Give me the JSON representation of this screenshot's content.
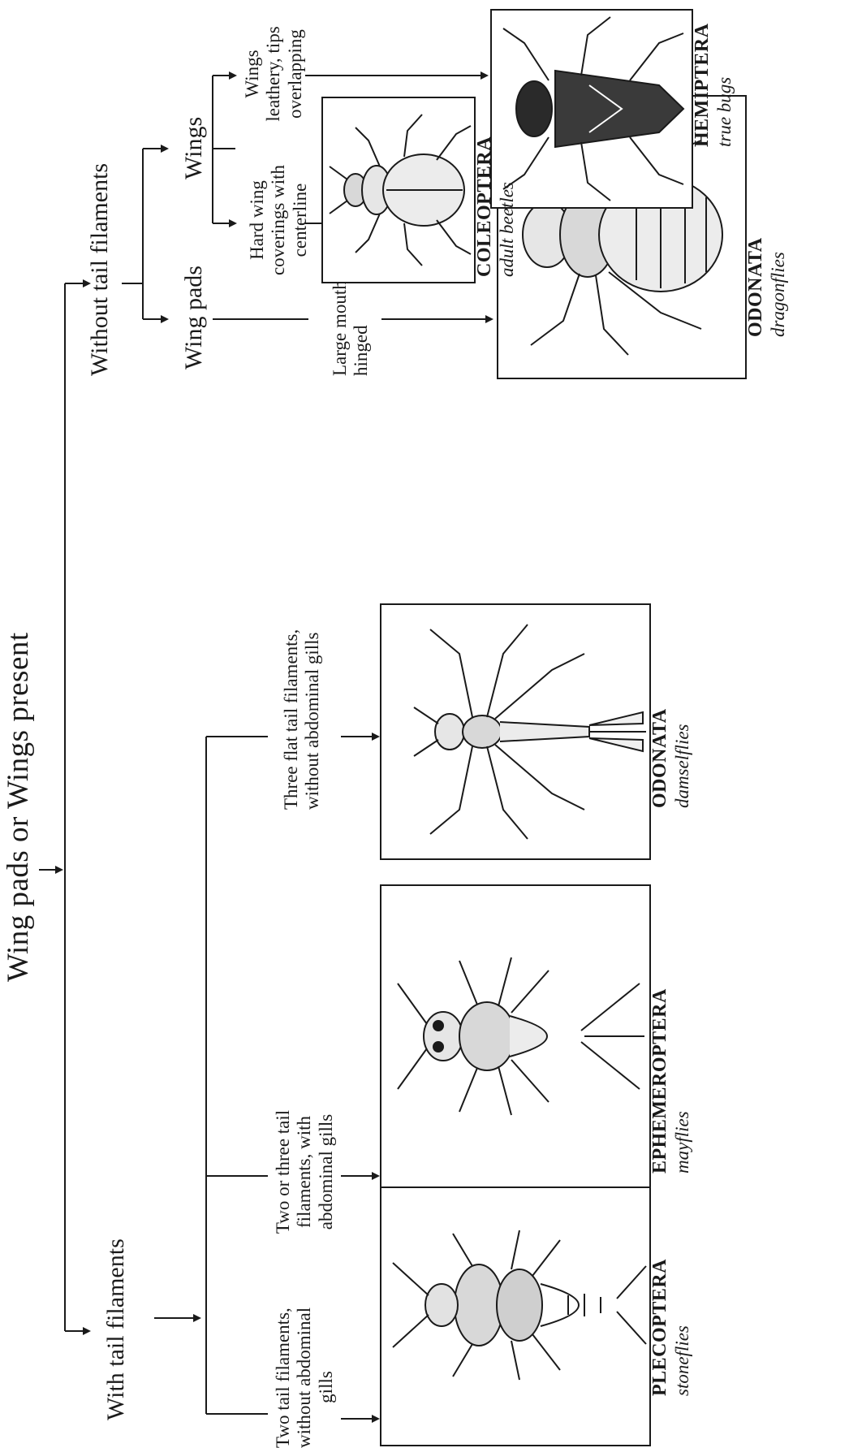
{
  "root": "Wing pads or Wings present",
  "branches": {
    "with_tail": "With tail filaments",
    "without_tail": "Without tail filaments",
    "wing_pads": "Wing pads",
    "wings": "Wings"
  },
  "criteria": {
    "plecoptera": [
      "Two tail filaments,",
      "without abdominal",
      "gills"
    ],
    "ephemeroptera": [
      "Two or three tail",
      "filaments, with",
      "abdominal gills"
    ],
    "damselflies": [
      "Three flat tail filaments,",
      "without abdominal gills"
    ],
    "dragonflies": [
      "Large mouth,",
      "hinged"
    ],
    "coleoptera": [
      "Hard wing",
      "coverings with",
      "centerline"
    ],
    "hemiptera": [
      "Wings",
      "leathery, tips",
      "overlapping"
    ]
  },
  "taxa": [
    {
      "id": "plecoptera",
      "order": "PLECOPTERA",
      "common": "stoneflies",
      "icon": "stonefly-nymph-illustration"
    },
    {
      "id": "ephemeroptera",
      "order": "EPHEMEROPTERA",
      "common": "mayflies",
      "icon": "mayfly-nymph-illustration"
    },
    {
      "id": "damselflies",
      "order": "ODONATA",
      "common": "damselflies",
      "icon": "damselfly-nymph-illustration"
    },
    {
      "id": "dragonflies",
      "order": "ODONATA",
      "common": "dragonflies",
      "icon": "dragonfly-nymph-illustration"
    },
    {
      "id": "coleoptera",
      "order": "COLEOPTERA",
      "common": "adult beetles",
      "icon": "beetle-illustration"
    },
    {
      "id": "hemiptera",
      "order": "HEMIPTERA",
      "common": "true bugs",
      "icon": "true-bug-illustration"
    }
  ],
  "colors": {
    "ink": "#1a1a1a",
    "paper": "#ffffff"
  }
}
